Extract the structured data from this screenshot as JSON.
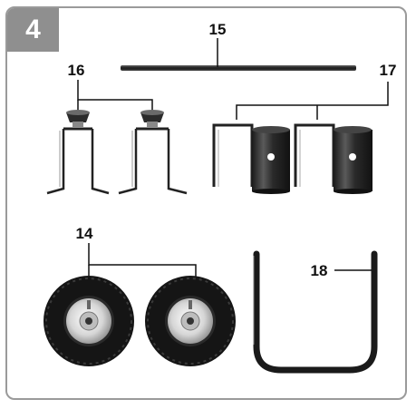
{
  "step_number": "4",
  "callouts": {
    "axle": "15",
    "feet": "16",
    "brackets": "17",
    "handle": "18",
    "wheels": "14"
  }
}
